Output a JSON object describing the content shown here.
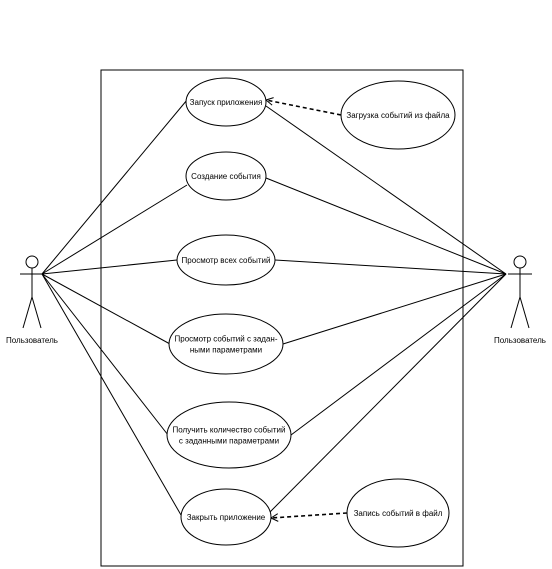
{
  "actors": [
    {
      "id": "left",
      "label": "Пользователь"
    },
    {
      "id": "right",
      "label": "Пользователь"
    }
  ],
  "use_cases": [
    {
      "id": "uc1",
      "lines": [
        "Запуск приложения"
      ]
    },
    {
      "id": "uc2",
      "lines": [
        "Создание события"
      ]
    },
    {
      "id": "uc3",
      "lines": [
        "Просмотр всех событий"
      ]
    },
    {
      "id": "uc4",
      "lines": [
        "Просмотр событий с задан-",
        "ными параметрами"
      ]
    },
    {
      "id": "uc5",
      "lines": [
        "Получить количество событий",
        "с заданными параметрами"
      ]
    },
    {
      "id": "uc6",
      "lines": [
        "Закрыть приложение"
      ]
    },
    {
      "id": "uc7",
      "lines": [
        "Загрузка событий из файла"
      ]
    },
    {
      "id": "uc8",
      "lines": [
        "Запись событий в файл"
      ]
    }
  ],
  "associations": [
    {
      "from": "left",
      "to": "uc1"
    },
    {
      "from": "left",
      "to": "uc2"
    },
    {
      "from": "left",
      "to": "uc3"
    },
    {
      "from": "left",
      "to": "uc4"
    },
    {
      "from": "left",
      "to": "uc5"
    },
    {
      "from": "left",
      "to": "uc6"
    },
    {
      "from": "right",
      "to": "uc1"
    },
    {
      "from": "right",
      "to": "uc2"
    },
    {
      "from": "right",
      "to": "uc3"
    },
    {
      "from": "right",
      "to": "uc4"
    },
    {
      "from": "right",
      "to": "uc5"
    },
    {
      "from": "right",
      "to": "uc6"
    }
  ],
  "dependencies": [
    {
      "from": "uc7",
      "to": "uc1"
    },
    {
      "from": "uc8",
      "to": "uc6"
    }
  ]
}
